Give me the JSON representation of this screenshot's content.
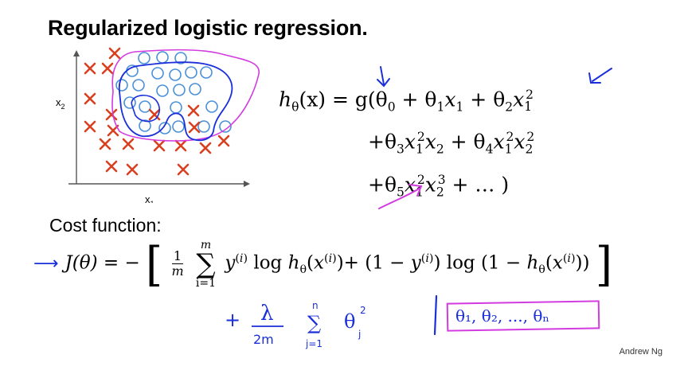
{
  "slide": {
    "title": "Regularized logistic regression.",
    "axis_x_label": "x",
    "axis_x_sub": "1",
    "axis_y_label": "x",
    "axis_y_sub": "2",
    "cost_label": "Cost function:",
    "credit": "Andrew Ng"
  },
  "hypothesis": {
    "lhs": "h",
    "lhs_sub": "θ",
    "lhs_arg": "(x)",
    "line1": "= g(θ",
    "line2": "+θ",
    "line3": "+θ"
  },
  "cost": {
    "lhs": "J(θ) = −",
    "sum_top": "m",
    "sum_bottom": "i=1",
    "frac_num": "1",
    "frac_den": "m"
  },
  "annotations": {
    "reg_lambda": "λ",
    "reg_den": "2m",
    "reg_sum_top": "n",
    "reg_sum_bottom": "j=1",
    "reg_theta": "θ",
    "reg_theta_sub": "j",
    "reg_theta_sup": "2",
    "param_list": "θ₁, θ₂, ..., θₙ"
  },
  "colors": {
    "cross": "#d8401f",
    "circle": "#4a90d9",
    "pen_blue": "#1a2fd9",
    "pen_magenta": "#d23be0"
  }
}
